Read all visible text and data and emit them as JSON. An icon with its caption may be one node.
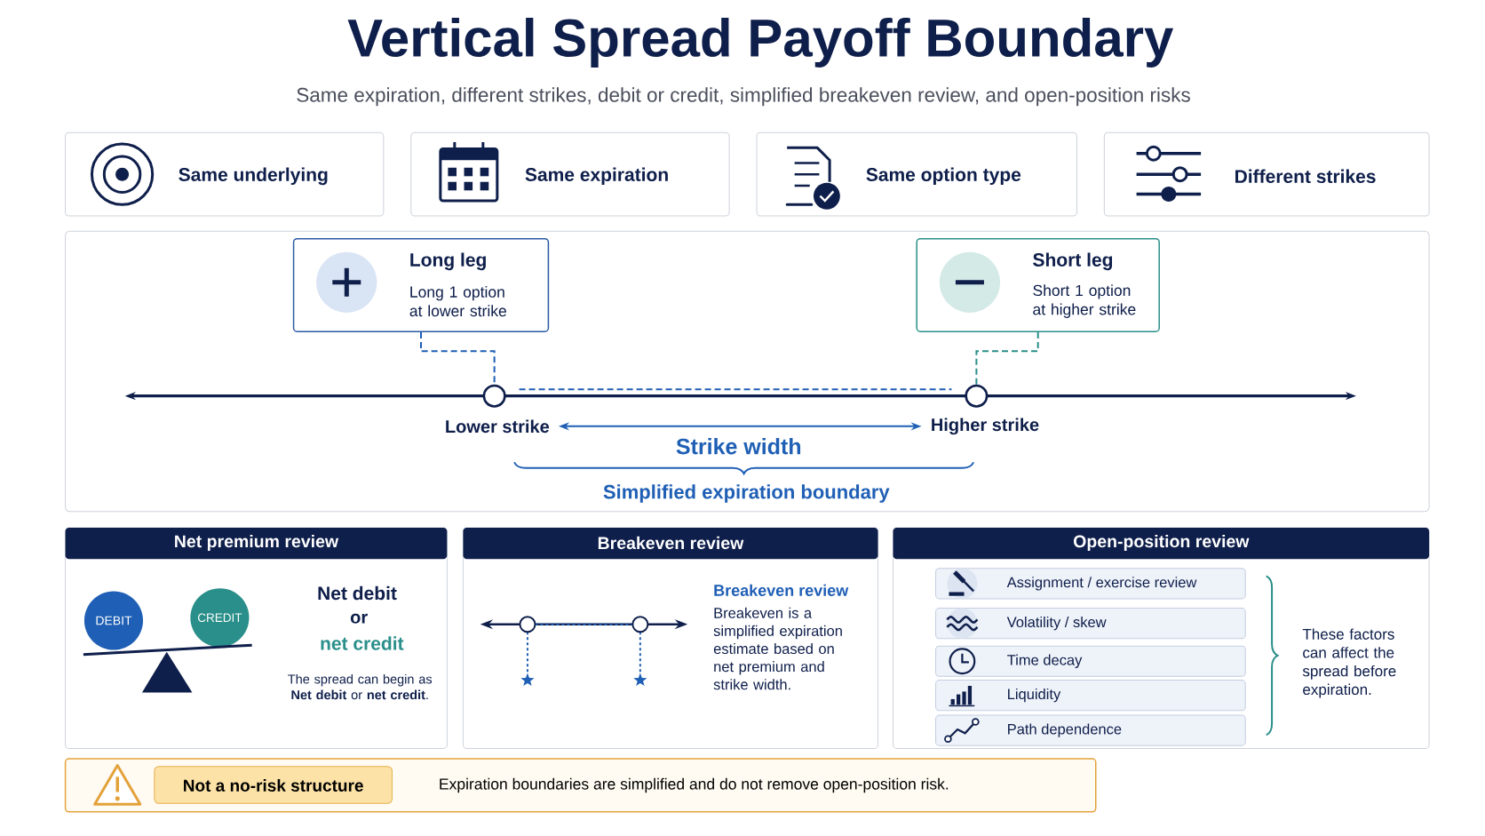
{
  "diagram": {
    "title": "Vertical Spread Payoff Boundary",
    "nodes": [
      {
        "text": [
          "Same underlying"
        ]
      },
      {
        "text": [
          "Same expiration"
        ]
      },
      {
        "text": [
          "Same option type"
        ]
      },
      {
        "text": [
          "Different strikes"
        ]
      },
      {
        "text": [],
        "shape": "box"
      },
      {
        "text": [
          "Long leg",
          "Long 1 option at lower strike"
        ],
        "in": 4
      },
      {
        "text": [
          "Short leg",
          "Short 1 option at higher strike"
        ],
        "in": 4
      },
      {
        "text": [],
        "shape": "circle",
        "in": 4
      },
      {
        "text": [],
        "shape": "circle",
        "in": 4
      },
      {
        "text": [
          "Lower strike"
        ],
        "in": 4
      },
      {
        "text": [
          "Higher strike"
        ],
        "in": 4
      },
      {
        "text": [
          "Net premium review",
          "Net debit",
          "or",
          "net credit",
          "The spread can begin as **Net debit** or **net credit**."
        ]
      },
      {
        "text": [
          "DEBIT"
        ],
        "in": 11
      },
      {
        "text": [
          "CREDIT"
        ],
        "in": 11
      },
      {
        "text": [
          "Breakeven review",
          "Breakeven review",
          "Breakeven is a simplified expiration estimate based on net premium and strike width."
        ]
      },
      {
        "text": [
          "Open-position review",
          "These factors can affect the spread before expiration."
        ]
      },
      {
        "text": [
          "Assignment / exercise review"
        ],
        "in": 15
      },
      {
        "text": [
          "Volatility / skew"
        ],
        "in": 15
      },
      {
        "text": [
          "Time decay"
        ],
        "in": 15
      },
      {
        "text": [
          "Liquidity"
        ],
        "in": 15
      },
      {
        "text": [
          "Path dependence"
        ],
        "in": 15
      },
      {
        "text": [
          "Expiration boundaries are simplified and do not remove open-position risk."
        ]
      },
      {
        "text": [
          "Not a no-risk structure"
        ],
        "in": 21
      }
    ],
    "edges": [
      {
        "from": 5,
        "to": 7,
        "arrow": "none",
        "style": "dashed"
      },
      {
        "from": 6,
        "to": 8,
        "arrow": "none",
        "style": "dashed",
        "color": "#2a8f8a"
      },
      {
        "from": 7,
        "to": 8,
        "arrow": "none",
        "style": "dashed"
      },
      {
        "from": 9,
        "to": 10,
        "arrow": "both",
        "label": "Strike width"
      }
    ],
    "labels": [
      "Same expiration, different strikes, debit or credit, simplified breakeven review, and open-position risks",
      "Simplified expiration boundary"
    ]
  }
}
